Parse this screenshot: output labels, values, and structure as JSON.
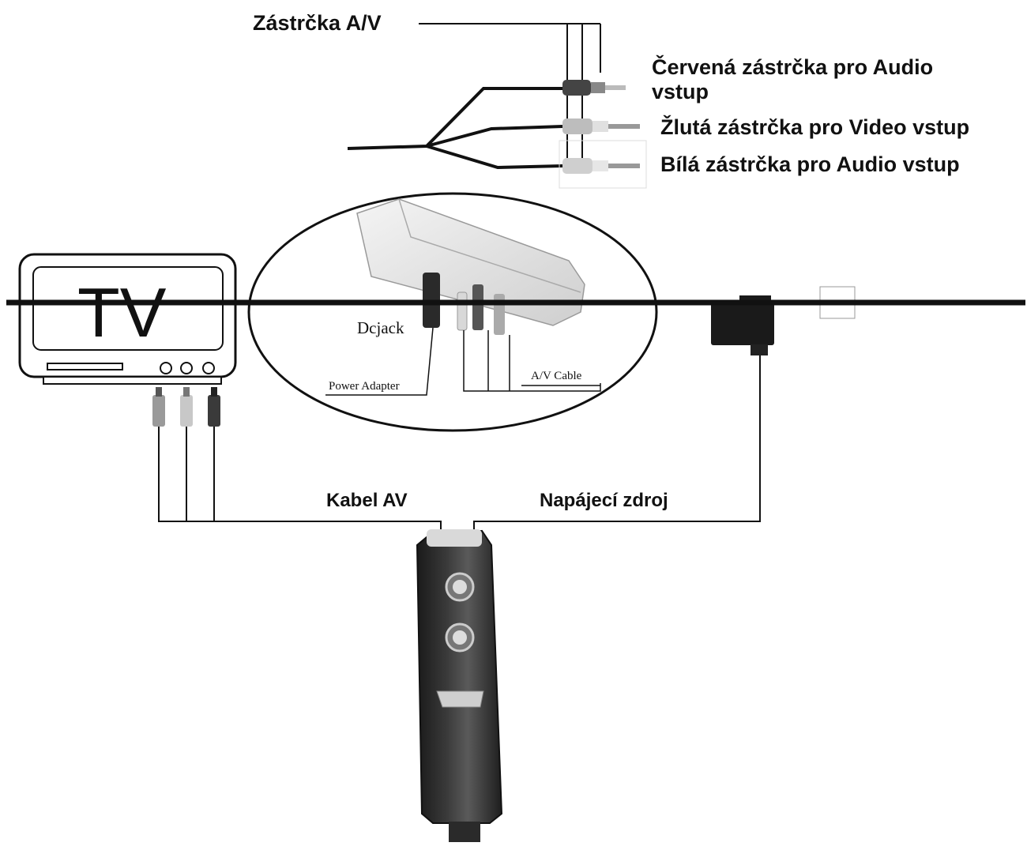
{
  "labels": {
    "av_plug": "Zástrčka A/V",
    "red_plug": "Červená zástrčka pro Audio vstup",
    "yellow_plug": "Žlutá zástrčka pro Video vstup",
    "white_plug": "Bílá zástrčka pro Audio vstup",
    "tv": "TV",
    "dcjack": "Dcjack",
    "power_adapter": "Power Adapter",
    "av_cable": "A/V Cable",
    "kabel_av": "Kabel AV",
    "napajeci_zdroj": "Napájecí zdroj"
  },
  "icons": [
    "tv-icon",
    "rca-plug-icon",
    "device-dock-icon",
    "power-adapter-icon",
    "handheld-device-icon"
  ]
}
